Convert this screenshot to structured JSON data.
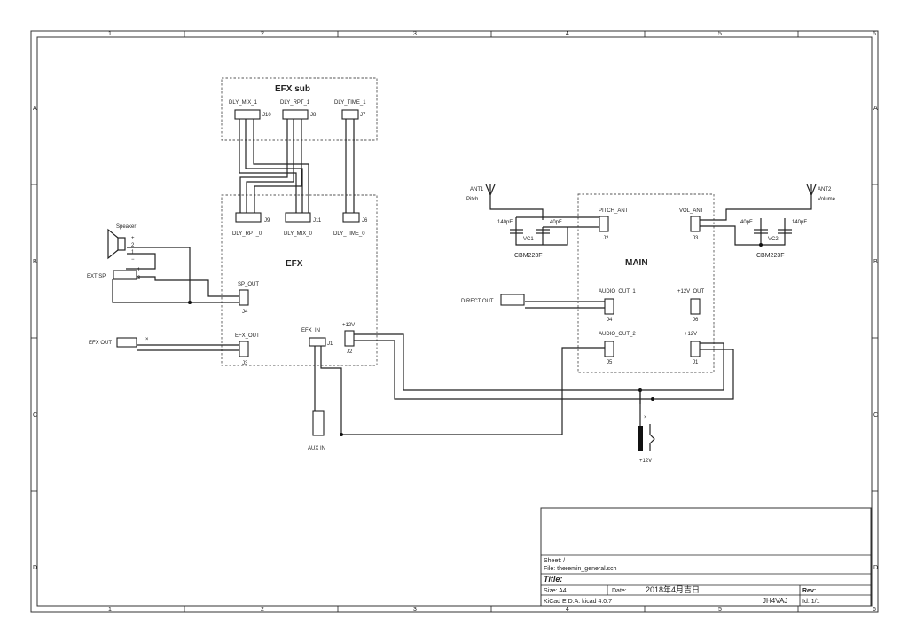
{
  "frame": {
    "columns": [
      "1",
      "2",
      "3",
      "4",
      "5",
      "6"
    ],
    "rows": [
      "A",
      "B",
      "C",
      "D"
    ]
  },
  "sheets": {
    "efx_sub": {
      "title": "EFX sub",
      "connectors": [
        {
          "name": "DLY_MIX_1",
          "ref": "J10"
        },
        {
          "name": "DLY_RPT_1",
          "ref": "J8"
        },
        {
          "name": "DLY_TIME_1",
          "ref": "J7"
        }
      ]
    },
    "efx": {
      "title": "EFX",
      "connectors": [
        {
          "name": "DLY_RPT_0",
          "ref": "J9"
        },
        {
          "name": "DLY_MIX_0",
          "ref": "J11"
        },
        {
          "name": "DLY_TIME_0",
          "ref": "J6"
        },
        {
          "name": "SP_OUT",
          "ref": "J4"
        },
        {
          "name": "EFX_OUT",
          "ref": "J3"
        },
        {
          "name": "EFX_IN",
          "ref": "J1"
        },
        {
          "name": "+12V",
          "ref": "J2"
        }
      ]
    },
    "main": {
      "title": "MAIN",
      "connectors": [
        {
          "name": "PITCH_ANT",
          "ref": "J2"
        },
        {
          "name": "VOL_ANT",
          "ref": "J3"
        },
        {
          "name": "AUDIO_OUT_1",
          "ref": "J4"
        },
        {
          "name": "+12V_OUT",
          "ref": "J6"
        },
        {
          "name": "AUDIO_OUT_2",
          "ref": "J5"
        },
        {
          "name": "+12V",
          "ref": "J1"
        }
      ]
    }
  },
  "components": {
    "speaker": "Speaker",
    "ext_sp": "EXT SP",
    "efx_out_jack": "EFX OUT",
    "aux_in": "AUX IN",
    "direct_out": "DIRECT OUT",
    "power": "+12V",
    "ant1": {
      "ref": "ANT1",
      "name": "Pitch"
    },
    "ant2": {
      "ref": "ANT2",
      "name": "Volume"
    },
    "vc1": {
      "ref": "VC1",
      "part": "CBM223F",
      "c1": "140pF",
      "c2": "40pF"
    },
    "vc2": {
      "ref": "VC2",
      "part": "CBM223F",
      "c1": "40pF",
      "c2": "140pF"
    }
  },
  "pins": {
    "p1": "1",
    "p2": "2",
    "p3": "3",
    "plus": "+",
    "minus": "−",
    "x": "×"
  },
  "title_block": {
    "sheet": "Sheet: /",
    "file": "File: theremin_general.sch",
    "title_label": "Title:",
    "size": "Size: A4",
    "date_label": "Date:",
    "date": "2018年4月吉日",
    "rev": "Rev:",
    "tool": "KiCad E.D.A.  kicad 4.0.7",
    "author": "JH4VAJ",
    "id": "Id: 1/1"
  }
}
